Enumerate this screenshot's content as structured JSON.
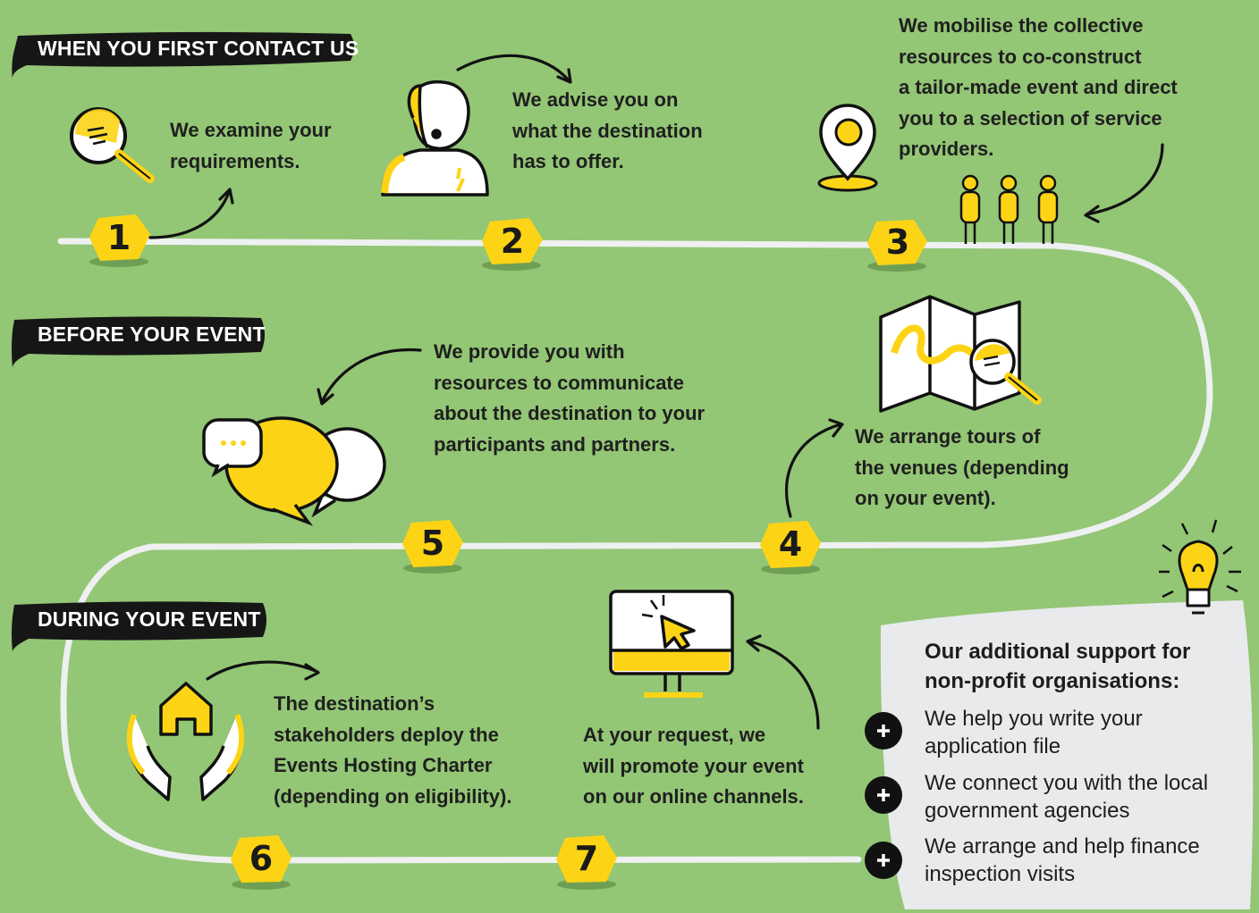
{
  "sections": {
    "first_contact": "WHEN YOU FIRST CONTACT US",
    "before_event": "BEFORE YOUR EVENT",
    "during_event": "DURING YOUR EVENT"
  },
  "steps": [
    {
      "number": "1",
      "text": [
        "We examine your",
        "requirements."
      ]
    },
    {
      "number": "2",
      "text": [
        "We advise you on",
        "what the destination",
        "has to offer."
      ]
    },
    {
      "number": "3",
      "text": [
        "We mobilise the collective",
        "resources to co-construct",
        "a tailor-made event and direct",
        "you to a selection of service",
        "providers."
      ]
    },
    {
      "number": "4",
      "text": [
        "We arrange tours of",
        "the venues (depending",
        "on your event)."
      ]
    },
    {
      "number": "5",
      "text": [
        "We provide you with",
        "resources to communicate",
        "about the destination to your",
        "participants and partners."
      ]
    },
    {
      "number": "6",
      "text": [
        "The destination’s",
        "stakeholders deploy the",
        "Events Hosting Charter",
        "(depending on eligibility)."
      ]
    },
    {
      "number": "7",
      "text": [
        "At your request, we",
        "will promote your event",
        "on our online channels."
      ]
    }
  ],
  "support": {
    "title": [
      "Our additional support for",
      "non-profit organisations:"
    ],
    "items": [
      {
        "icon": "plus-icon",
        "text": [
          "We help you write your",
          "application file"
        ]
      },
      {
        "icon": "plus-icon",
        "text": [
          "We connect you with the local",
          "government agencies"
        ]
      },
      {
        "icon": "plus-icon",
        "text": [
          "We arrange and help finance",
          "inspection visits"
        ]
      }
    ]
  },
  "colors": {
    "background": "#93c675",
    "accent": "#fdd415",
    "ink": "#1a1a1a",
    "panel": "#e8eaec"
  },
  "icons": [
    "magnifier-icon",
    "info-person-icon",
    "location-pin-icon",
    "people-icon",
    "map-icon",
    "speech-bubbles-icon",
    "hands-house-icon",
    "computer-cursor-icon",
    "lightbulb-icon"
  ]
}
